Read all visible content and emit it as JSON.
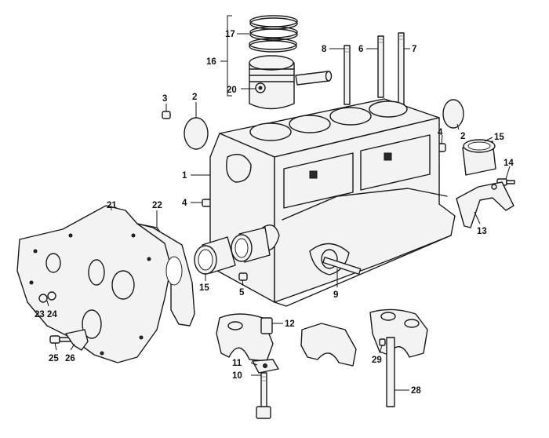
{
  "labels": {
    "l1": "1",
    "l2a": "2",
    "l2b": "2",
    "l3": "3",
    "l4a": "4",
    "l4b": "4",
    "l5": "5",
    "l6": "6",
    "l7": "7",
    "l8": "8",
    "l9": "9",
    "l10": "10",
    "l11": "11",
    "l12": "12",
    "l13": "13",
    "l14": "14",
    "l15a": "15",
    "l15b": "15",
    "l16": "16",
    "l17": "17",
    "l20": "20",
    "l21": "21",
    "l22": "22",
    "l23": "23",
    "l24": "24",
    "l25": "25",
    "l26": "26",
    "l28": "28",
    "l29": "29"
  }
}
